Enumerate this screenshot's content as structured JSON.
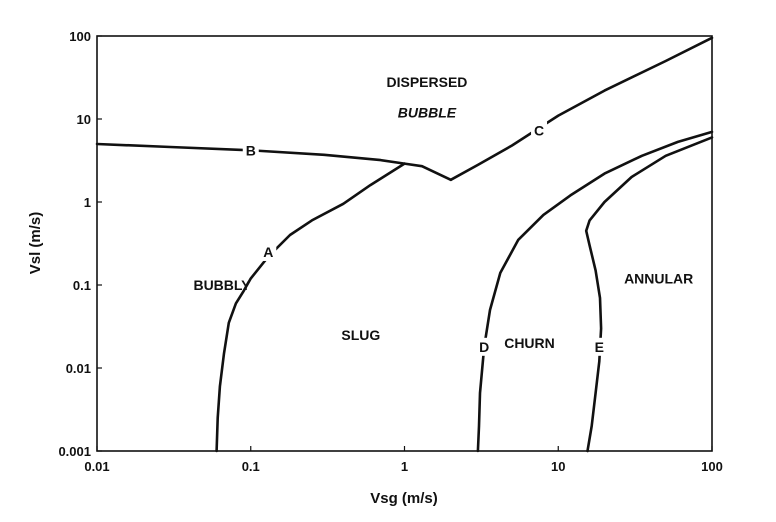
{
  "chart_data": {
    "type": "line",
    "title": "",
    "xlabel": "Vsg (m/s)",
    "ylabel": "Vsl (m/s)",
    "xscale": "log",
    "yscale": "log",
    "xlim": [
      0.01,
      100
    ],
    "ylim": [
      0.001,
      100
    ],
    "x_ticks": [
      "0.01",
      "0.1",
      "1",
      "10",
      "100"
    ],
    "y_ticks": [
      "0.001",
      "0.01",
      "0.1",
      "1",
      "10",
      "100"
    ],
    "grid": false,
    "regions": [
      {
        "name": "DISPERSED",
        "x": 1.4,
        "y": 28
      },
      {
        "name": "BUBBLE",
        "x": 1.4,
        "y": 12,
        "italic": true
      },
      {
        "name": "BUBBLY",
        "x": 0.065,
        "y": 0.1
      },
      {
        "name": "SLUG",
        "x": 0.52,
        "y": 0.025
      },
      {
        "name": "CHURN",
        "x": 6.5,
        "y": 0.02
      },
      {
        "name": "ANNULAR",
        "x": 45,
        "y": 0.12
      }
    ],
    "series": [
      {
        "name": "A",
        "label_at": [
          0.13,
          0.25
        ],
        "x": [
          0.06,
          0.061,
          0.063,
          0.067,
          0.072,
          0.08,
          0.09,
          0.1,
          0.13,
          0.18,
          0.25,
          0.4,
          0.6,
          1.0
        ],
        "y": [
          0.001,
          0.0025,
          0.006,
          0.015,
          0.035,
          0.06,
          0.085,
          0.12,
          0.22,
          0.4,
          0.6,
          0.95,
          1.6,
          2.9
        ]
      },
      {
        "name": "B",
        "label_at": [
          0.1,
          4.2
        ],
        "x": [
          0.01,
          0.03,
          0.1,
          0.3,
          0.7,
          1.0,
          1.3,
          2.0
        ],
        "y": [
          5.0,
          4.6,
          4.2,
          3.7,
          3.2,
          2.9,
          2.7,
          1.85
        ]
      },
      {
        "name": "C",
        "label_at": [
          7.5,
          7.3
        ],
        "x": [
          2.0,
          3.0,
          5.0,
          10.0,
          20.0,
          50.0,
          100.0
        ],
        "y": [
          1.85,
          2.8,
          4.8,
          11.0,
          22.0,
          50.0,
          95.0
        ]
      },
      {
        "name": "D",
        "label_at": [
          3.3,
          0.018
        ],
        "x": [
          3.0,
          3.05,
          3.1,
          3.3,
          3.6,
          4.2,
          5.5,
          8.0,
          12.0,
          20.0,
          35.0,
          60.0,
          100.0
        ],
        "y": [
          0.001,
          0.002,
          0.005,
          0.018,
          0.05,
          0.14,
          0.35,
          0.7,
          1.2,
          2.2,
          3.6,
          5.3,
          7.0
        ]
      },
      {
        "name": "E",
        "label_at": [
          18.5,
          0.018
        ],
        "x": [
          15.5,
          16.5,
          17.5,
          18.5,
          19.0,
          18.7,
          17.5,
          16.0,
          15.2,
          16.0,
          20.0,
          30.0,
          50.0,
          100.0
        ],
        "y": [
          0.001,
          0.002,
          0.005,
          0.012,
          0.03,
          0.07,
          0.15,
          0.3,
          0.45,
          0.6,
          1.0,
          2.0,
          3.6,
          6.0
        ]
      }
    ]
  }
}
